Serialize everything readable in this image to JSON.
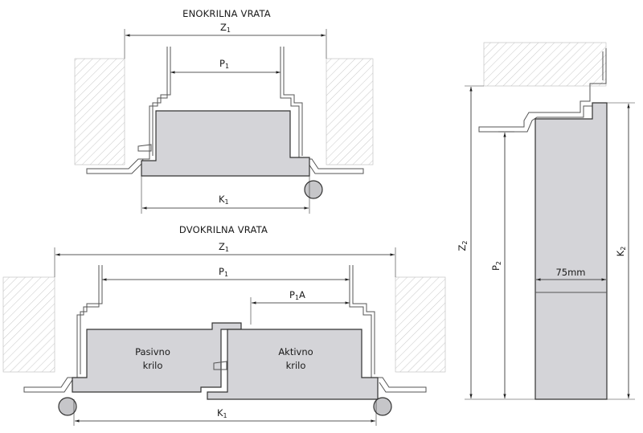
{
  "titles": {
    "single": "ENOKRILNA VRATA",
    "double": "DVOKRILNA VRATA"
  },
  "single": {
    "z1": "Z",
    "p1": "P",
    "k1": "K",
    "sub1": "1"
  },
  "double": {
    "z1": "Z",
    "p1": "P",
    "p1a_main": "P",
    "p1a_sub": "1",
    "p1a_suffix": "A",
    "k1": "K",
    "sub1": "1",
    "passive_line1": "Pasivno",
    "passive_line2": "krilo",
    "active_line1": "Aktivno",
    "active_line2": "krilo"
  },
  "side": {
    "z2": "Z",
    "p2": "P",
    "k2": "K",
    "sub2": "2",
    "thickness": "75mm"
  }
}
